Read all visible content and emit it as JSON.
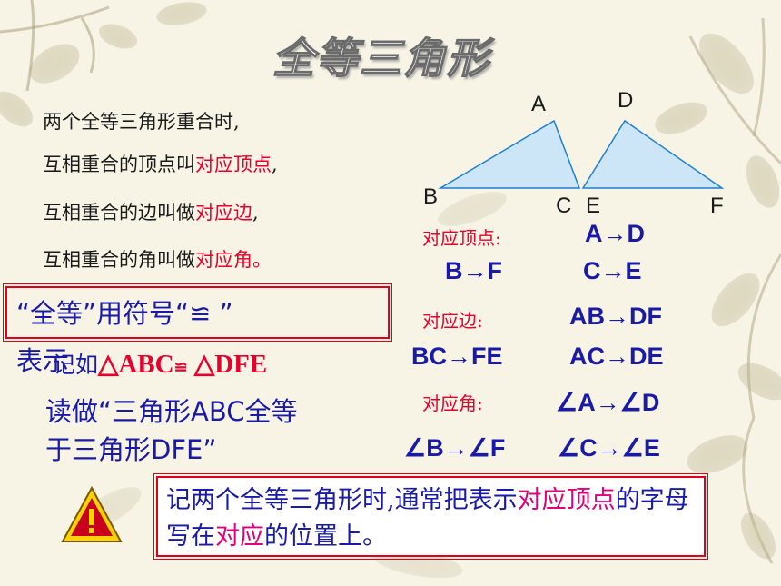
{
  "title": "全等三角形",
  "intro": {
    "line1": "两个全等三角形重合时,",
    "line2_pre": "互相重合的顶点叫",
    "line2_red": "对应顶点",
    "line2_post": ",",
    "line3_pre": "互相重合的边叫做",
    "line3_red": "对应边",
    "line3_post": ",",
    "line4_pre": "互相重合的角叫做",
    "line4_red": "对应角",
    "line4_post": "。"
  },
  "triangle_labels": {
    "A": "A",
    "B": "B",
    "C": "C",
    "D": "D",
    "E": "E",
    "F": "F"
  },
  "correspondence": {
    "vertex_title": "对应顶点:",
    "vertex_1": "A→D",
    "vertex_2": "B→F",
    "vertex_3": "C→E",
    "side_title": "对应边:",
    "side_1": "AB→DF",
    "side_2": "BC→FE",
    "side_3": "AC→DE",
    "angle_title": "对应角:",
    "angle_1": "∠A→∠D",
    "angle_2": "∠B→∠F",
    "angle_3": "∠C→∠E"
  },
  "notation": {
    "box_text": "“全等”用符号“≌  ”",
    "ex_prefix": "表示",
    "ex_overlap": "记如",
    "ex_expr_1": "△ABC",
    "ex_symbol": "≌",
    "ex_expr_2": " △DFE",
    "read_line1": "读做“三角形ABC全等",
    "read_line2": "于三角形DFE”"
  },
  "note": {
    "part1": "记两个全等三角形时,通常把表示",
    "part2_red": "对应顶点",
    "part3": "的字母写在",
    "part4_red": "对应",
    "part5": "的位置上。"
  },
  "colors": {
    "accent_red": "#e8002d",
    "text_blue": "#1a1aa8",
    "triangle_fill": "#cce6f7",
    "warning_yellow": "#ffd200",
    "warning_red": "#c8001e"
  }
}
